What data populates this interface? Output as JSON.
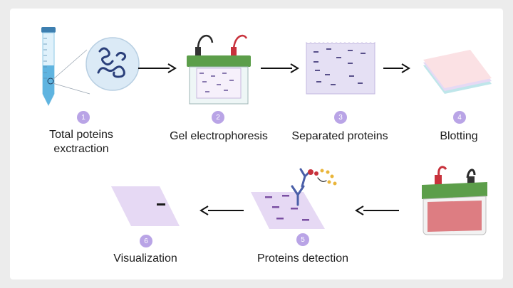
{
  "steps": [
    {
      "number": "1",
      "label_line1": "Total poteins",
      "label_line2": "exctraction"
    },
    {
      "number": "2",
      "label": "Gel electrophoresis"
    },
    {
      "number": "3",
      "label": "Separated proteins"
    },
    {
      "number": "4",
      "label": "Blotting"
    },
    {
      "number": "5",
      "label": "Proteins detection"
    },
    {
      "number": "6",
      "label": "Visualization"
    }
  ],
  "colors": {
    "badge": "#b9a4e6",
    "tube_blue": "#5fb4e0",
    "gel_green": "#5c9e4a",
    "membrane_lilac": "#e6d9f4",
    "band_purple": "#7a4fa2",
    "antibody_blue": "#4a5fa8",
    "antibody_red": "#c8323c",
    "enzyme_yellow": "#e9b53a",
    "arrow": "#111111"
  },
  "icons": [
    "falcon-tube-icon",
    "protein-magnifier-icon",
    "electrophoresis-tank-icon",
    "gel-membrane-icon",
    "blotting-stack-icon",
    "blot-tank-icon",
    "antibody-icon",
    "visualized-membrane-icon"
  ]
}
